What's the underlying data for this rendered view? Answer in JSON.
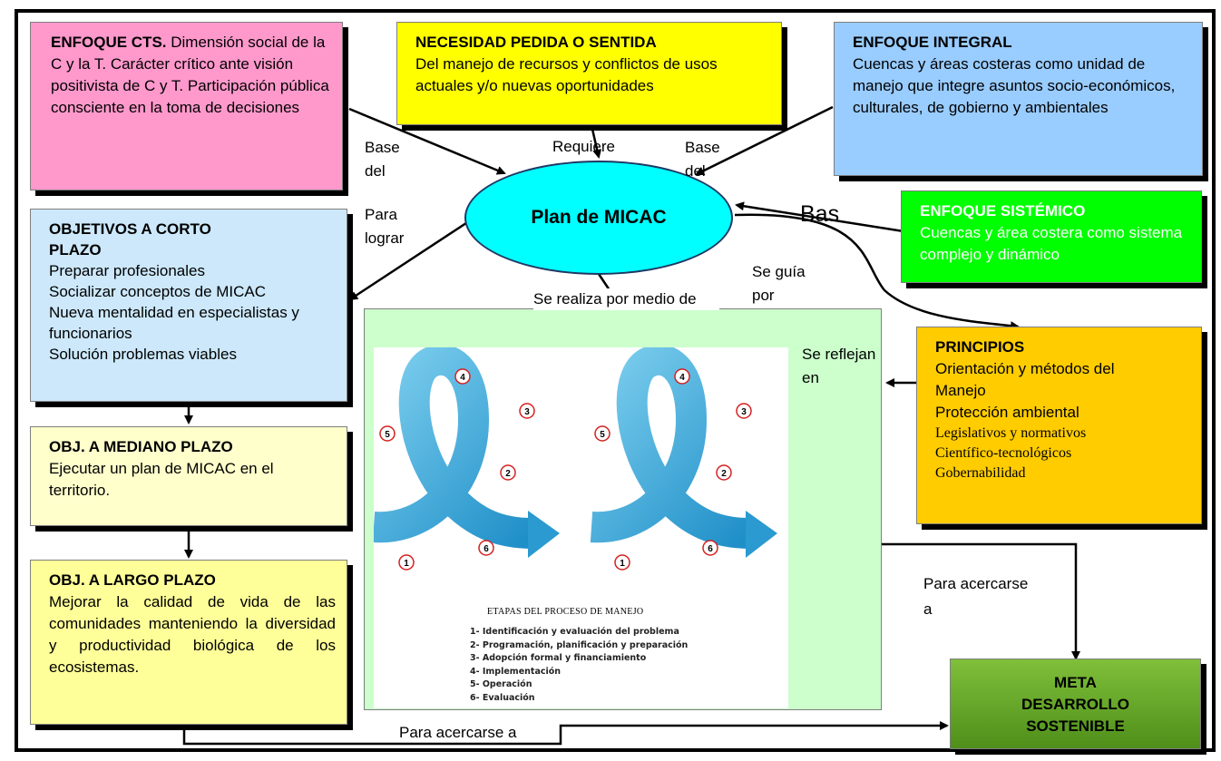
{
  "cts": {
    "title": "ENFOQUE CTS.",
    "text": " Dimensión social de la C y la T. Carácter crítico ante visión positivista de C y T.  Participación pública consciente en la toma de decisiones"
  },
  "necesidad": {
    "title": "NECESIDAD PEDIDA O SENTIDA",
    "text": "Del manejo de recursos y conflictos de usos actuales y/o nuevas oportunidades"
  },
  "integral": {
    "title": "ENFOQUE INTEGRAL",
    "text": "Cuencas y áreas costeras como unidad de manejo que integre asuntos socio-económicos, culturales, de gobierno  y ambientales"
  },
  "sistemico": {
    "title": "ENFOQUE SISTÉMICO",
    "text": "Cuencas y área costera como sistema complejo y dinámico"
  },
  "center": {
    "label": "Plan de MICAC"
  },
  "corto": {
    "title": "OBJETIVOS A CORTO PLAZO",
    "items": [
      "Preparar profesionales",
      "Socializar conceptos de MICAC",
      "Nueva mentalidad en especialistas y funcionarios",
      "Solución problemas viables"
    ]
  },
  "mediano": {
    "title": "OBJ. A MEDIANO PLAZO",
    "text": "Ejecutar un plan de MICAC en el territorio."
  },
  "largo": {
    "title": "OBJ. A LARGO PLAZO",
    "text": "Mejorar la calidad de vida de las comunidades manteniendo la diversidad y productividad biológica de los ecosistemas."
  },
  "principios": {
    "title": "PRINCIPIOS",
    "items_sans": [
      "Orientación y métodos del Manejo",
      "Protección ambiental"
    ],
    "items_serif": [
      "Legislativos y normativos",
      "Científico-tecnológicos",
      "Gobernabilidad"
    ]
  },
  "meta": {
    "text": "META DESARROLLO SOSTENIBLE"
  },
  "etapas": {
    "title": "ETAPAS DEL PROCESO DE MANEJO",
    "items": [
      "1- Identificación y evaluación del problema",
      "2- Programación,  planificación y preparación",
      "3- Adopción formal y financiamiento",
      "4- Implementación",
      "5- Operación",
      "6- Evaluación"
    ],
    "numbers": [
      "1",
      "2",
      "3",
      "4",
      "5",
      "6"
    ]
  },
  "labels": {
    "base1": "Base del",
    "requiere": "Requiere",
    "base2": "Base del",
    "base3": "Bas",
    "lograr": "Para lograr",
    "realiza": "Se realiza por medio de",
    "guia": "Se guía por",
    "reflejan": "Se reflejan en",
    "acercarse1": "Para acercarse a",
    "acercarse2": "Para acercarse a"
  },
  "colors": {
    "pink": "#ff99cc",
    "yellow": "#ffff00",
    "lightblue": "#99ccff",
    "green": "#00ff00",
    "paleblue": "#cce8fa",
    "paleyellow": "#ffffcc",
    "orange": "#ffcc00",
    "palegreen": "#ccffcc",
    "cyan": "#00ffff",
    "meta": "#66aa22"
  }
}
